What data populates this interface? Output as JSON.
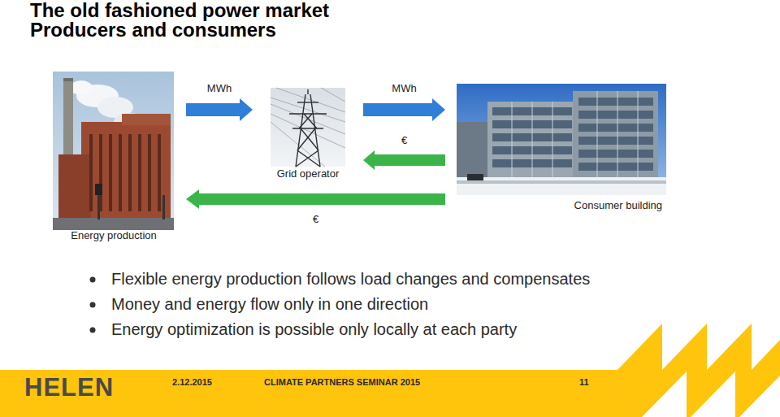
{
  "diagram": {
    "title": "The old fashioned power market",
    "nodes": [
      {
        "text": [
          "Energy production"
        ]
      },
      {
        "text": [
          "Grid operator"
        ]
      },
      {
        "text": [
          "Consumer building"
        ]
      }
    ],
    "edges": [
      {
        "from": 0,
        "to": 1,
        "label": "MWh",
        "arrow": "to"
      },
      {
        "from": 1,
        "to": 2,
        "label": "MWh",
        "arrow": "to"
      },
      {
        "from": 2,
        "to": 1,
        "label": "€",
        "arrow": "to"
      },
      {
        "from": 2,
        "to": 0,
        "label": "€",
        "arrow": "to"
      }
    ],
    "labels": [
      "Producers and consumers",
      "Flexible energy production follows load changes and compensates",
      "Money and energy flow only in one direction",
      "Energy optimization is possible only locally at each party",
      "HELEN",
      "2.12.2015",
      "CLIMATE PARTNERS SEMINAR 2015",
      "11"
    ]
  }
}
